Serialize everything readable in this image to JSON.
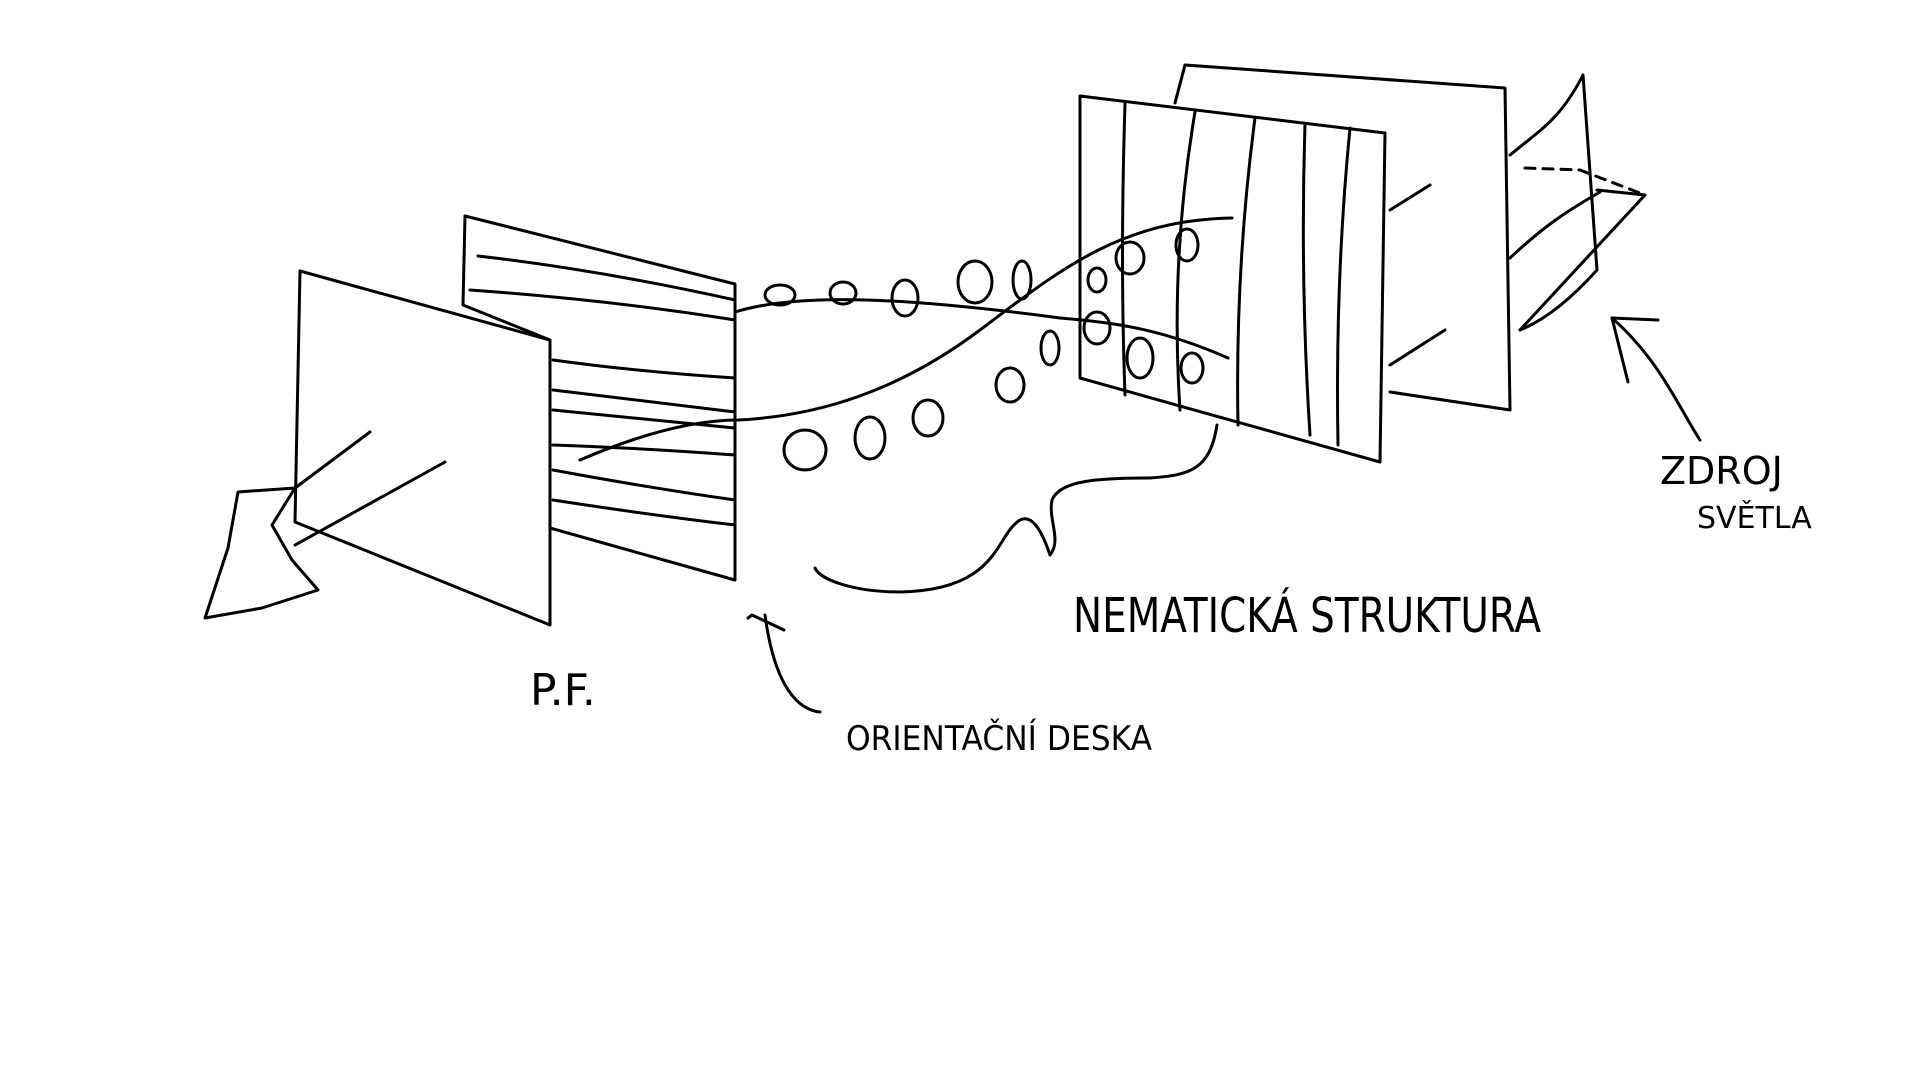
{
  "labels": {
    "output_plate": "P.F.",
    "orientation_plate": "ORIENTAČNÍ DESKA",
    "nematic_structure": "NEMATICKÁ STRUKTURA",
    "light_source_line1": "ZDROJ",
    "light_source_line2": "SVĚTLA"
  },
  "colors": {
    "ink": "#000000",
    "background": "#ffffff"
  }
}
